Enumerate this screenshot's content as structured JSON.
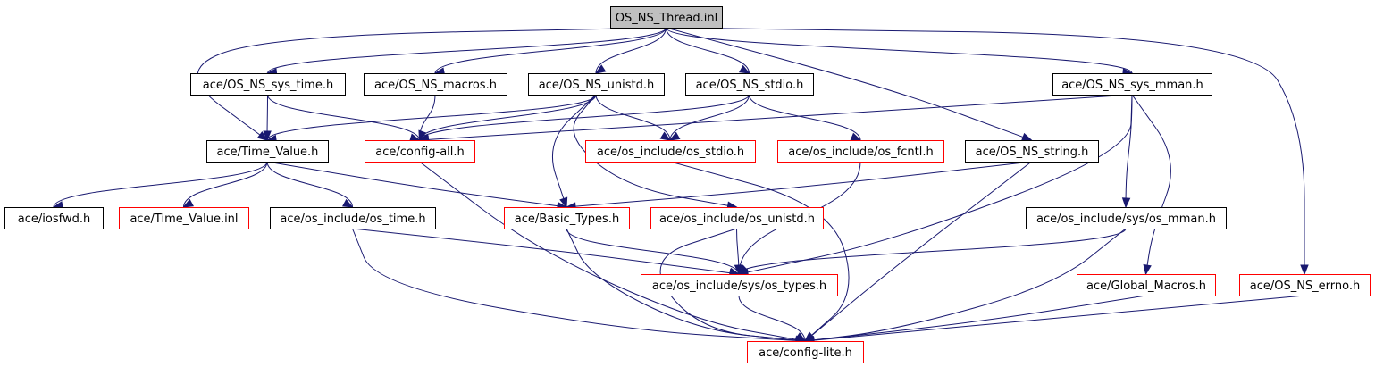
{
  "colors": {
    "edge": "#191970",
    "root_fill": "#bfbfbf",
    "plain_border": "#000000",
    "linked_border": "#ff0000",
    "node_fill": "#ffffff",
    "text": "#000000"
  },
  "nodes": [
    {
      "id": "root",
      "label": "OS_NS_Thread.inl",
      "style": "root"
    },
    {
      "id": "sys_time",
      "label": "ace/OS_NS_sys_time.h",
      "style": "plain"
    },
    {
      "id": "macros",
      "label": "ace/OS_NS_macros.h",
      "style": "plain"
    },
    {
      "id": "unistd",
      "label": "ace/OS_NS_unistd.h",
      "style": "plain"
    },
    {
      "id": "stdio",
      "label": "ace/OS_NS_stdio.h",
      "style": "plain"
    },
    {
      "id": "sys_mman",
      "label": "ace/OS_NS_sys_mman.h",
      "style": "plain"
    },
    {
      "id": "time_value",
      "label": "ace/Time_Value.h",
      "style": "plain"
    },
    {
      "id": "config_all",
      "label": "ace/config-all.h",
      "style": "linked"
    },
    {
      "id": "os_stdio",
      "label": "ace/os_include/os_stdio.h",
      "style": "linked"
    },
    {
      "id": "os_fcntl",
      "label": "ace/os_include/os_fcntl.h",
      "style": "linked"
    },
    {
      "id": "string",
      "label": "ace/OS_NS_string.h",
      "style": "plain"
    },
    {
      "id": "iosfwd",
      "label": "ace/iosfwd.h",
      "style": "plain"
    },
    {
      "id": "tv_inl",
      "label": "ace/Time_Value.inl",
      "style": "linked"
    },
    {
      "id": "os_time",
      "label": "ace/os_include/os_time.h",
      "style": "plain"
    },
    {
      "id": "basic_types",
      "label": "ace/Basic_Types.h",
      "style": "linked"
    },
    {
      "id": "os_unistd",
      "label": "ace/os_include/os_unistd.h",
      "style": "linked"
    },
    {
      "id": "os_mman",
      "label": "ace/os_include/sys/os_mman.h",
      "style": "plain"
    },
    {
      "id": "os_types",
      "label": "ace/os_include/sys/os_types.h",
      "style": "linked"
    },
    {
      "id": "global_macros",
      "label": "ace/Global_Macros.h",
      "style": "linked"
    },
    {
      "id": "errno",
      "label": "ace/OS_NS_errno.h",
      "style": "linked"
    },
    {
      "id": "config_lite",
      "label": "ace/config-lite.h",
      "style": "linked"
    }
  ],
  "edges": [
    [
      "root",
      "sys_time"
    ],
    [
      "root",
      "macros"
    ],
    [
      "root",
      "unistd"
    ],
    [
      "root",
      "stdio"
    ],
    [
      "root",
      "sys_mman"
    ],
    [
      "root",
      "time_value"
    ],
    [
      "root",
      "string"
    ],
    [
      "root",
      "errno"
    ],
    [
      "sys_time",
      "time_value"
    ],
    [
      "sys_time",
      "config_all"
    ],
    [
      "macros",
      "config_all"
    ],
    [
      "unistd",
      "time_value"
    ],
    [
      "unistd",
      "config_all"
    ],
    [
      "unistd",
      "os_stdio"
    ],
    [
      "unistd",
      "basic_types"
    ],
    [
      "unistd",
      "os_unistd"
    ],
    [
      "stdio",
      "config_all"
    ],
    [
      "stdio",
      "os_stdio"
    ],
    [
      "stdio",
      "os_fcntl"
    ],
    [
      "sys_mman",
      "config_all"
    ],
    [
      "sys_mman",
      "os_types"
    ],
    [
      "sys_mman",
      "os_mman"
    ],
    [
      "sys_mman",
      "global_macros"
    ],
    [
      "time_value",
      "iosfwd"
    ],
    [
      "time_value",
      "tv_inl"
    ],
    [
      "time_value",
      "os_time"
    ],
    [
      "time_value",
      "basic_types"
    ],
    [
      "config_all",
      "config_lite"
    ],
    [
      "os_stdio",
      "config_lite"
    ],
    [
      "os_fcntl",
      "os_types"
    ],
    [
      "string",
      "basic_types"
    ],
    [
      "string",
      "config_lite"
    ],
    [
      "os_time",
      "os_types"
    ],
    [
      "os_time",
      "config_lite"
    ],
    [
      "basic_types",
      "os_types"
    ],
    [
      "basic_types",
      "config_lite"
    ],
    [
      "os_unistd",
      "os_types"
    ],
    [
      "os_unistd",
      "config_lite"
    ],
    [
      "os_mman",
      "os_types"
    ],
    [
      "os_mman",
      "config_lite"
    ],
    [
      "os_types",
      "config_lite"
    ],
    [
      "global_macros",
      "config_lite"
    ],
    [
      "errno",
      "config_lite"
    ]
  ]
}
